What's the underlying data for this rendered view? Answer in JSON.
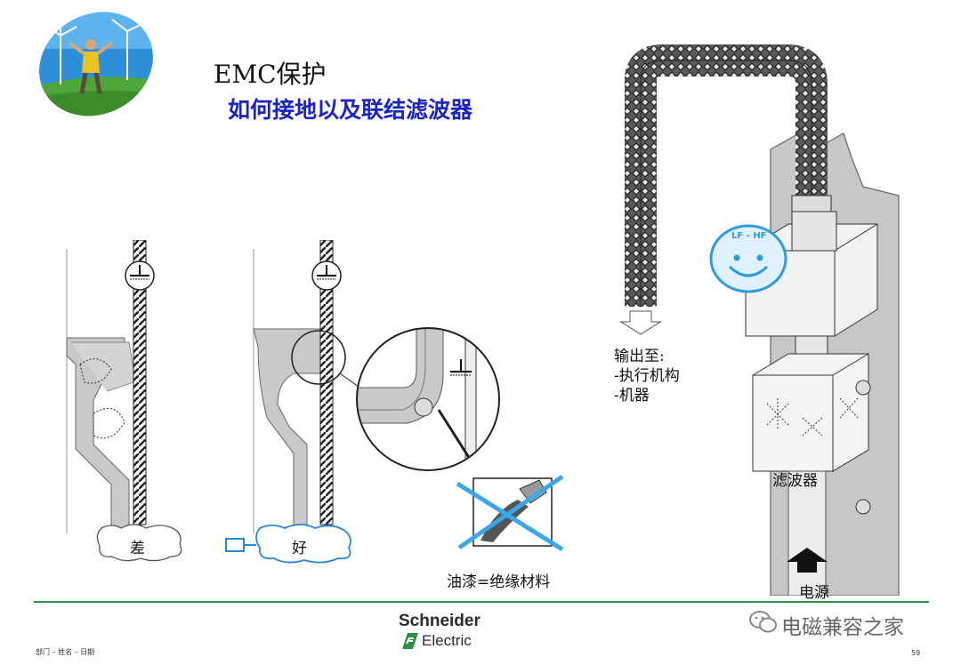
{
  "header": {
    "title": "EMC保护",
    "subtitle": "如何接地以及联结滤波器"
  },
  "diagram": {
    "label_bad": "差",
    "label_good": "好",
    "label_paint": "油漆=绝缘材料",
    "output_lines": [
      "输出至:",
      "-执行机构",
      "-机器"
    ],
    "filter_label": "滤波器",
    "power_label": "电源",
    "badge_text": "LF - HF"
  },
  "footer": {
    "brand_line1": "Schneider",
    "brand_line2": "Electric",
    "left_text": "部门 – 姓名 – 日期",
    "page_number": "59",
    "watermark": "电磁兼容之家"
  },
  "colors": {
    "accent_blue": "#1a22c8",
    "brand_green": "#2f8f46",
    "panel_gray": "#c9c9c9",
    "cable_dark": "#3a3a3a"
  }
}
